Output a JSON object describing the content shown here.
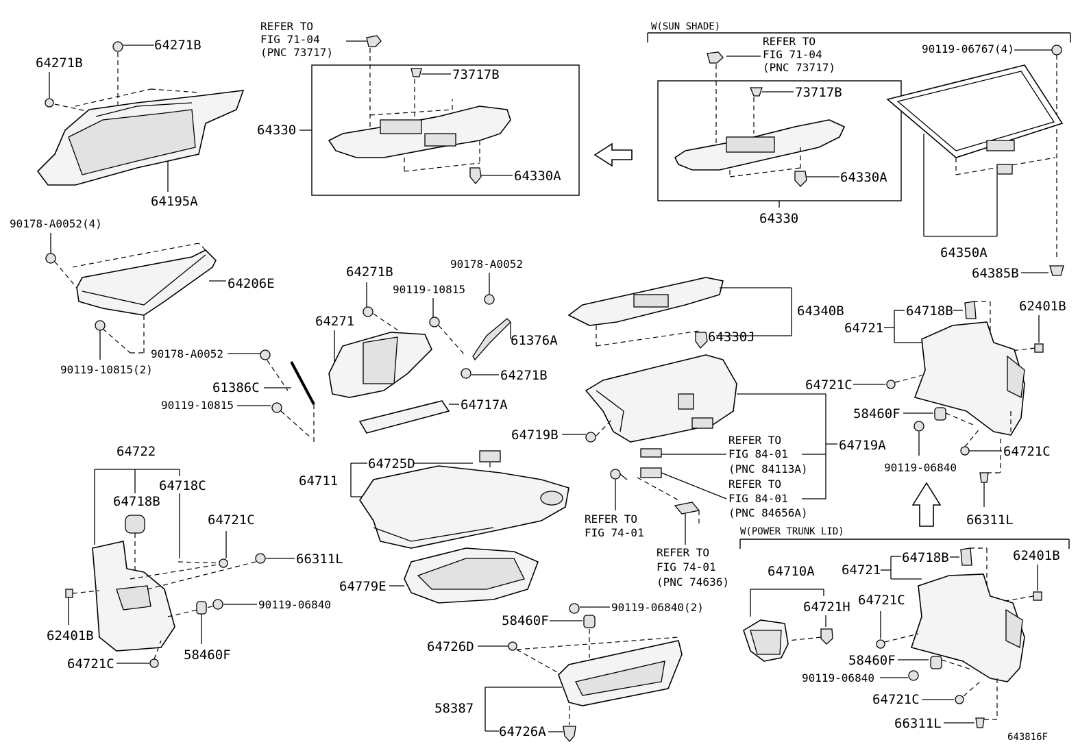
{
  "sections": {
    "sun_shade": "W(SUN SHADE)",
    "power_trunk_lid": "W(POWER TRUNK LID)"
  },
  "refs": {
    "r1": [
      "REFER TO",
      "FIG 71-04",
      "(PNC 73717)"
    ],
    "r2": [
      "REFER TO",
      "FIG 71-04",
      "(PNC 73717)"
    ],
    "r3": [
      "REFER TO",
      "FIG 84-01",
      "(PNC 84113A)"
    ],
    "r4": [
      "REFER TO",
      "FIG 84-01",
      "(PNC 84656A)"
    ],
    "r5": [
      "REFER TO",
      "FIG 74-01"
    ],
    "r6": [
      "REFER TO",
      "FIG 74-01",
      "(PNC 74636)"
    ]
  },
  "labels": {
    "l64271b_top": "64271B",
    "l64271b_left": "64271B",
    "l64195a": "64195A",
    "l90178_4": "90178-A0052(4)",
    "l64206e": "64206E",
    "l90119_2": "90119-10815(2)",
    "l90178_mid": "90178-A0052",
    "l61386c": "61386C",
    "l90119_mid": "90119-10815",
    "l64722": "64722",
    "l64718c": "64718C",
    "l64718b_l": "64718B",
    "l64721c_l1": "64721C",
    "l66311l_l": "66311L",
    "l90119_06840_l": "90119-06840",
    "l62401b_l": "62401B",
    "l58460f_l": "58460F",
    "l64721c_l2": "64721C",
    "l64330_a": "64330",
    "l73717b_a": "73717B",
    "l64330a_a": "64330A",
    "l64271b_c": "64271B",
    "l90178_c": "90178-A0052",
    "l90119_c": "90119-10815",
    "l64271": "64271",
    "l61376a": "61376A",
    "l64271b_c2": "64271B",
    "l64717a": "64717A",
    "l64711": "64711",
    "l64725d": "64725D",
    "l64779e": "64779E",
    "l90119_06840_2": "90119-06840(2)",
    "l58460f_c": "58460F",
    "l64726d": "64726D",
    "l58387": "58387",
    "l64726a": "64726A",
    "l73717b_b": "73717B",
    "l64330a_b": "64330A",
    "l64330_b": "64330",
    "l90119_06767": "90119-06767(4)",
    "l64350a": "64350A",
    "l64385b": "64385B",
    "l64340b": "64340B",
    "l64330j": "64330J",
    "l64719a": "64719A",
    "l64719b": "64719B",
    "l64721_r": "64721",
    "l64718b_r": "64718B",
    "l62401b_r": "62401B",
    "l64721c_r1": "64721C",
    "l58460f_r": "58460F",
    "l90119_06840_r": "90119-06840",
    "l64721c_r2": "64721C",
    "l66311l_r": "66311L",
    "l64710a": "64710A",
    "l64721h": "64721H",
    "l64721_p": "64721",
    "l64718b_p": "64718B",
    "l62401b_p": "62401B",
    "l64721c_p1": "64721C",
    "l58460f_p": "58460F",
    "l90119_06840_p": "90119-06840",
    "l64721c_p2": "64721C",
    "l66311l_p": "66311L",
    "code": "643816F"
  }
}
